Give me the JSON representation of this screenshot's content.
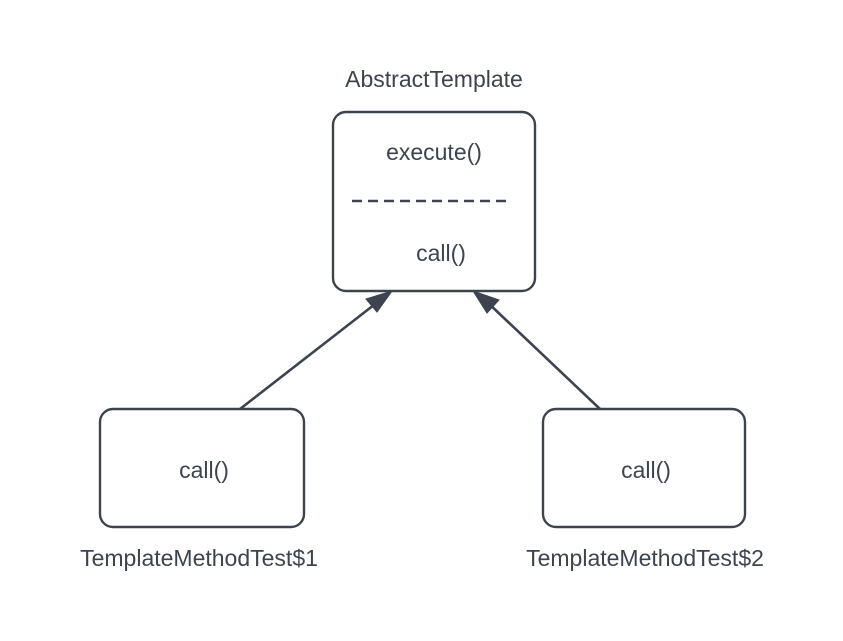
{
  "diagram": {
    "type": "uml-class-diagram",
    "title_text": "AbstractTemplate",
    "background_color": "#ffffff",
    "stroke_color": "#3d4450",
    "text_color": "#3d4450",
    "fill_color": "#ffffff",
    "classes": [
      {
        "id": "abstract-template",
        "label": "AbstractTemplate",
        "label_position": "above",
        "members": [
          "execute()",
          "call()"
        ],
        "separator": "dashed",
        "members_above_separator": [
          "execute()"
        ],
        "members_below_separator": [
          "call()"
        ]
      },
      {
        "id": "template-method-test-1",
        "label": "TemplateMethodTest$1",
        "label_position": "below",
        "members": [
          "call()"
        ],
        "separator": "none"
      },
      {
        "id": "template-method-test-2",
        "label": "TemplateMethodTest$2",
        "label_position": "below",
        "members": [
          "call()"
        ],
        "separator": "none"
      }
    ],
    "relations": [
      {
        "id": "edge-child1-to-parent",
        "from": "template-method-test-1",
        "to": "abstract-template",
        "kind": "generalization",
        "arrow": "solid-filled"
      },
      {
        "id": "edge-child2-to-parent",
        "from": "template-method-test-2",
        "to": "abstract-template",
        "kind": "generalization",
        "arrow": "solid-filled"
      }
    ],
    "parent": {
      "label": "AbstractTemplate",
      "member_top": "execute()",
      "member_bottom": "call()"
    },
    "child_left": {
      "label": "TemplateMethodTest$1",
      "member": "call()"
    },
    "child_right": {
      "label": "TemplateMethodTest$2",
      "member": "call()"
    }
  }
}
